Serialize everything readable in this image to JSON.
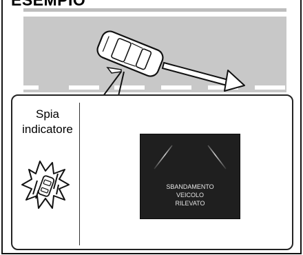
{
  "page": {
    "heading": "ESEMPIO"
  },
  "indicator": {
    "label_line1": "Spia",
    "label_line2": "indicatore"
  },
  "display": {
    "line1": "SBANDAMENTO",
    "line2": "VEICOLO",
    "line3": "RILEVATO"
  },
  "icons": {
    "car": "car-top-view-icon",
    "arrow": "direction-arrow-icon",
    "warning": "lane-departure-warning-icon"
  }
}
